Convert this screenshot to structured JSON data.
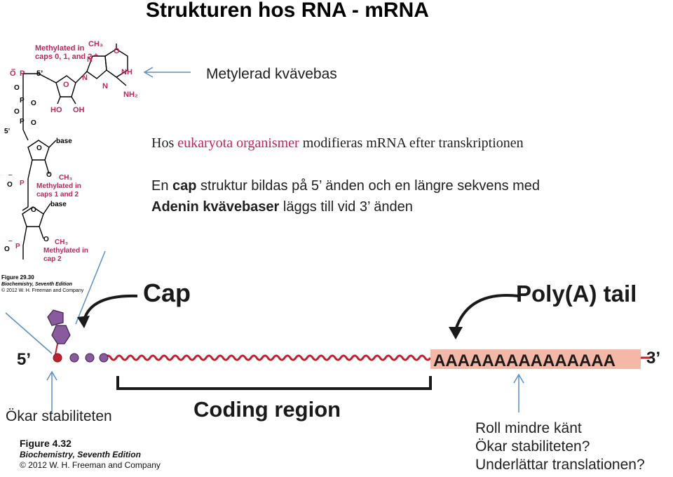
{
  "title": "Strukturen hos RNA - mRNA",
  "annotations": {
    "methylated_base": "Metylerad kvävebas",
    "line1_pre": "Hos ",
    "line1_highlight": "eukaryota organismer",
    "line1_post": " modifieras mRNA efter transkriptionen",
    "line2_a": "En ",
    "line2_cap": "cap",
    "line2_b": " struktur bildas på 5’ änden och en längre sekvens med",
    "line3_bold": "Adenin kvävebaser",
    "line3_rest": " läggs till vid 3’ änden",
    "stability": "Ökar stabiliteten",
    "role1": "Roll mindre känt",
    "role2": "Ökar stabiliteten?",
    "role3": "Underlättar translationen?"
  },
  "structure": {
    "methylated_caps_012": [
      "Methylated in",
      "caps 0, 1, and 2"
    ],
    "ch3_top": "CH₃",
    "n_plus": "N",
    "plus": "+",
    "o_top": "O",
    "nh": "NH",
    "n_ring1": "N",
    "n_ring2": "N",
    "nh2": "NH₂",
    "o_sugar": "O",
    "ho": "HO",
    "oh": "OH",
    "five_prime_a": "5’",
    "five_prime_b": "5’",
    "base1": "base",
    "base2": "base",
    "ch3_mid": "CH₃",
    "methylated_caps_12": [
      "Methylated in",
      "caps 1 and 2"
    ],
    "ch3_low": "CH₃",
    "methylated_cap2": [
      "Methylated in",
      "cap 2"
    ],
    "figure_top": [
      "Figure 29.30",
      "Biochemistry, Seventh Edition",
      "© 2012 W. H. Freeman and Company"
    ]
  },
  "mrna": {
    "cap_label": "Cap",
    "polya_label": "Poly(A) tail",
    "five_prime": "5’",
    "three_prime": "3’",
    "polya_seq": "AAAAAAAAAAAAAAA",
    "coding_region": "Coding region",
    "figure_bottom": [
      "Figure 4.32",
      "Biochemistry, Seventh Edition",
      "© 2012 W. H. Freeman and Company"
    ]
  },
  "colors": {
    "magenta": "#c0245c",
    "purple": "#8a5a9e",
    "red_strand": "#c2202f",
    "polya_bg": "#f4b8a6",
    "arrow_blue": "#5b8fc4"
  }
}
